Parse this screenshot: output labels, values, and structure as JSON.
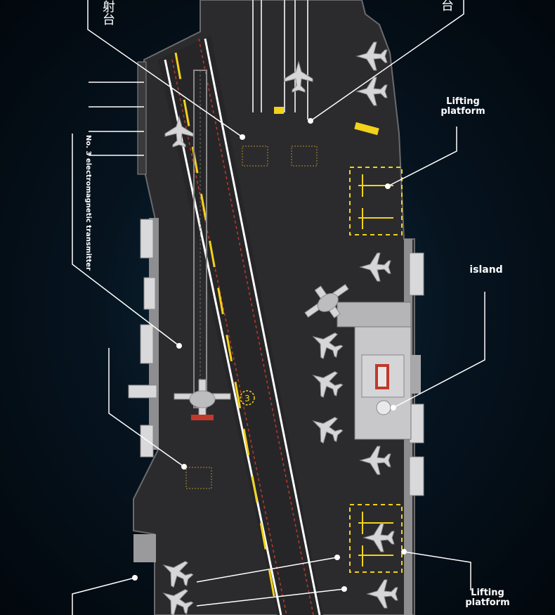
{
  "labels": {
    "top_left_cjk": "射台",
    "top_right_cjk": "台",
    "lifting_platform_upper": "Lifting\nplatform",
    "island": "island",
    "lifting_platform_lower": "Lifting\nplatform",
    "transmitter_vertical": "No. 3 electromagnetic transmitter",
    "deck_number": "3"
  },
  "colors": {
    "deck": "#2b2b2d",
    "deck_light": "#353537",
    "hull_edge": "#8e8e90",
    "yellow_line": "#f2d21a",
    "red_dash": "#c0392b",
    "callout_line": "#ffffff"
  }
}
